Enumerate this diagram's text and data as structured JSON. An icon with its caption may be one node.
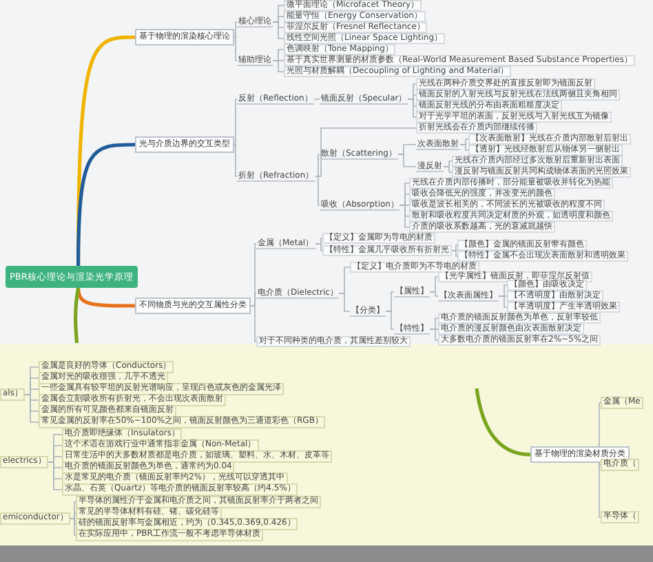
{
  "diagram": {
    "nodes": [
      {
        "text": [
          "PBR核心理论与渲染光学原理"
        ]
      },
      {
        "text": [
          "基于物理的渲染核心理论"
        ]
      },
      {
        "text": [
          "核心理论"
        ]
      },
      {
        "text": [
          "微平面理论（Microfacet Theory）"
        ]
      },
      {
        "text": [
          "能量守恒（Energy Conservation）"
        ]
      },
      {
        "text": [
          "菲涅尔反射（Fresnel Reflectance）"
        ]
      },
      {
        "text": [
          "线性空间光照（Linear Space Lighting）"
        ]
      },
      {
        "text": [
          "辅助理论"
        ]
      },
      {
        "text": [
          "色调映射（Tone Mapping）"
        ]
      },
      {
        "text": [
          "基于真实世界测量的材质参数（Real-World Measurement Based Substance Properties）"
        ]
      },
      {
        "text": [
          "光照与材质解耦（Decoupling of Lighting and Material）"
        ]
      },
      {
        "text": [
          "光与介质边界的交互类型"
        ]
      },
      {
        "text": [
          "反射（Reflection）"
        ]
      },
      {
        "text": [
          "镜面反射（Specular）"
        ]
      },
      {
        "text": [
          "光线在两种介质交界处的直接反射即为镜面反射"
        ]
      },
      {
        "text": [
          "镜面反射的入射光线与反射光线在法线两侧且夹角相同"
        ]
      },
      {
        "text": [
          "镜面反射光线的分布由表面粗糙度决定"
        ]
      },
      {
        "text": [
          "对于光学平坦的表面，反射光线与入射光线互为镜像"
        ]
      },
      {
        "text": [
          "折射（Refraction）"
        ]
      },
      {
        "text": [
          "折射光线会在介质内部继续传播"
        ]
      },
      {
        "text": [
          "散射（Scattering）"
        ]
      },
      {
        "text": [
          "次表面散射"
        ]
      },
      {
        "text": [
          "【次表面散射】光线在介质内部散射后射出"
        ]
      },
      {
        "text": [
          "【透射】光线经散射后从物体另一侧射出"
        ]
      },
      {
        "text": [
          "漫反射"
        ]
      },
      {
        "text": [
          "光线在介质内部经过多次散射后重新射出表面"
        ]
      },
      {
        "text": [
          "漫反射与镜面反射共同构成物体表面的光照效果"
        ]
      },
      {
        "text": [
          "吸收（Absorption）"
        ]
      },
      {
        "text": [
          "光线在介质内部传播时，部分能量被吸收并转化为热能"
        ]
      },
      {
        "text": [
          "吸收会降低光的强度，并改变光的颜色"
        ]
      },
      {
        "text": [
          "吸收是波长相关的，不同波长的光被吸收的程度不同"
        ]
      },
      {
        "text": [
          "散射和吸收程度共同决定材质的外观，如透明度和颜色"
        ]
      },
      {
        "text": [
          "介质的吸收系数越高，光的衰减就越快"
        ]
      },
      {
        "text": [
          "不同物质与光的交互属性分类"
        ]
      },
      {
        "text": [
          "金属（Metal）"
        ]
      },
      {
        "text": [
          "【定义】金属即为导电的材质"
        ]
      },
      {
        "text": [
          "【特性】金属几乎吸收所有折射光"
        ]
      },
      {
        "text": [
          "【颜色】金属的镜面反射带有颜色"
        ]
      },
      {
        "text": [
          "【特性】金属不会出现次表面散射和透明效果"
        ]
      },
      {
        "text": [
          "电介质（Dielectric）"
        ]
      },
      {
        "text": [
          "【定义】电介质即为不导电的材质"
        ]
      },
      {
        "text": [
          "【分类】"
        ]
      },
      {
        "text": [
          "【属性】"
        ]
      },
      {
        "text": [
          "【光学属性】镜面反射，即菲涅尔反射值"
        ]
      },
      {
        "text": [
          "【次表面属性】"
        ]
      },
      {
        "text": [
          "【颜色】由吸收决定"
        ]
      },
      {
        "text": [
          "【不透明度】由散射决定"
        ]
      },
      {
        "text": [
          "【半透明度】产生半透明效果"
        ]
      },
      {
        "text": [
          "【特性】"
        ]
      },
      {
        "text": [
          "电介质的镜面反射颜色为单色，反射率较低"
        ]
      },
      {
        "text": [
          "电介质的漫反射颜色由次表面散射决定"
        ]
      },
      {
        "text": [
          "大多数电介质的镜面反射率在2%~5%之间"
        ]
      },
      {
        "text": [
          "对于不同种类的电介质，其属性差别较大"
        ]
      },
      {
        "text": [
          "als）"
        ]
      },
      {
        "text": [
          "金属是良好的导体（Conductors）"
        ]
      },
      {
        "text": [
          "金属对光的吸收很强，几乎不透光"
        ]
      },
      {
        "text": [
          "一些金属具有较平坦的反射光谱响应，呈现白色或灰色的金属光泽"
        ]
      },
      {
        "text": [
          "金属会立刻吸收所有折射光，不会出现次表面散射"
        ]
      },
      {
        "text": [
          "金属的所有可见颜色都来自镜面反射"
        ]
      },
      {
        "text": [
          "常见金属的反射率在50%~100%之间，镜面反射颜色为三通道彩色（RGB）"
        ]
      },
      {
        "text": [
          "electrics）"
        ]
      },
      {
        "text": [
          "电介质即绝缘体（Insulators）"
        ]
      },
      {
        "text": [
          "这个术语在游戏行业中通常指非金属（Non-Metal）"
        ]
      },
      {
        "text": [
          "日常生活中的大多数材质都是电介质，如玻璃、塑料、水、木材、皮革等"
        ]
      },
      {
        "text": [
          "电介质的镜面反射颜色为单色，通常约为0.04"
        ]
      },
      {
        "text": [
          "水是常见的电介质（镜面反射率约2%），光线可以穿透其中"
        ]
      },
      {
        "text": [
          "水晶、石英（Quartz）等电介质的镜面反射率较高（约4.5%）"
        ]
      },
      {
        "text": [
          "emiconductor）"
        ]
      },
      {
        "text": [
          "半导体的属性介于金属和电介质之间，其镜面反射率介于两者之间"
        ]
      },
      {
        "text": [
          "常见的半导体材料有硅、锗、碳化硅等"
        ]
      },
      {
        "text": [
          "硅的镜面反射率与金属相近，约为（0.345,0.369,0.426）"
        ]
      },
      {
        "text": [
          "在实际应用中，PBR工作流一般不考虑半导体材质"
        ]
      },
      {
        "text": [
          "基于物理的渲染材质分类"
        ]
      },
      {
        "text": [
          "金属（Me"
        ]
      },
      {
        "text": [
          "电介质（"
        ]
      },
      {
        "text": [
          "半导体（"
        ]
      }
    ],
    "edges": [
      {
        "from": 0,
        "to": 1,
        "arrow": "none",
        "style": "thick",
        "color": "#f0b400"
      },
      {
        "from": 1,
        "to": 2,
        "arrow": "none"
      },
      {
        "from": 2,
        "to": 3,
        "arrow": "none"
      },
      {
        "from": 2,
        "to": 4,
        "arrow": "none"
      },
      {
        "from": 2,
        "to": 5,
        "arrow": "none"
      },
      {
        "from": 2,
        "to": 6,
        "arrow": "none"
      },
      {
        "from": 1,
        "to": 7,
        "arrow": "none"
      },
      {
        "from": 7,
        "to": 8,
        "arrow": "none"
      },
      {
        "from": 7,
        "to": 9,
        "arrow": "none"
      },
      {
        "from": 7,
        "to": 10,
        "arrow": "none"
      },
      {
        "from": 0,
        "to": 11,
        "arrow": "none",
        "style": "thick",
        "color": "#1f5c99"
      },
      {
        "from": 11,
        "to": 12,
        "arrow": "none"
      },
      {
        "from": 12,
        "to": 13,
        "arrow": "none"
      },
      {
        "from": 13,
        "to": 14,
        "arrow": "none"
      },
      {
        "from": 13,
        "to": 15,
        "arrow": "none"
      },
      {
        "from": 13,
        "to": 16,
        "arrow": "none"
      },
      {
        "from": 13,
        "to": 17,
        "arrow": "none"
      },
      {
        "from": 11,
        "to": 18,
        "arrow": "none"
      },
      {
        "from": 18,
        "to": 19,
        "arrow": "none"
      },
      {
        "from": 18,
        "to": 20,
        "arrow": "none"
      },
      {
        "from": 20,
        "to": 21,
        "arrow": "none"
      },
      {
        "from": 21,
        "to": 22,
        "arrow": "none"
      },
      {
        "from": 21,
        "to": 23,
        "arrow": "none"
      },
      {
        "from": 20,
        "to": 24,
        "arrow": "none"
      },
      {
        "from": 24,
        "to": 25,
        "arrow": "none"
      },
      {
        "from": 24,
        "to": 26,
        "arrow": "none"
      },
      {
        "from": 18,
        "to": 27,
        "arrow": "none"
      },
      {
        "from": 27,
        "to": 28,
        "arrow": "none"
      },
      {
        "from": 27,
        "to": 29,
        "arrow": "none"
      },
      {
        "from": 27,
        "to": 30,
        "arrow": "none"
      },
      {
        "from": 27,
        "to": 31,
        "arrow": "none"
      },
      {
        "from": 27,
        "to": 32,
        "arrow": "none"
      },
      {
        "from": 0,
        "to": 33,
        "arrow": "none",
        "style": "thick",
        "color": "#e8731f"
      },
      {
        "from": 33,
        "to": 34,
        "arrow": "none"
      },
      {
        "from": 34,
        "to": 35,
        "arrow": "none"
      },
      {
        "from": 34,
        "to": 36,
        "arrow": "none"
      },
      {
        "from": 36,
        "to": 37,
        "arrow": "none"
      },
      {
        "from": 36,
        "to": 38,
        "arrow": "none"
      },
      {
        "from": 33,
        "to": 39,
        "arrow": "none"
      },
      {
        "from": 39,
        "to": 40,
        "arrow": "none"
      },
      {
        "from": 39,
        "to": 41,
        "arrow": "none"
      },
      {
        "from": 41,
        "to": 42,
        "arrow": "none"
      },
      {
        "from": 42,
        "to": 43,
        "arrow": "none"
      },
      {
        "from": 42,
        "to": 44,
        "arrow": "none"
      },
      {
        "from": 44,
        "to": 45,
        "arrow": "none"
      },
      {
        "from": 44,
        "to": 46,
        "arrow": "none"
      },
      {
        "from": 44,
        "to": 47,
        "arrow": "none"
      },
      {
        "from": 41,
        "to": 48,
        "arrow": "none"
      },
      {
        "from": 48,
        "to": 49,
        "arrow": "none"
      },
      {
        "from": 48,
        "to": 50,
        "arrow": "none"
      },
      {
        "from": 48,
        "to": 51,
        "arrow": "none"
      },
      {
        "from": 33,
        "to": 52,
        "arrow": "none"
      },
      {
        "from": 0,
        "to": null,
        "arrow": "none",
        "style": "thick",
        "color": "#7aa51e"
      },
      {
        "from": 53,
        "to": 54,
        "arrow": "none"
      },
      {
        "from": 53,
        "to": 55,
        "arrow": "none"
      },
      {
        "from": 53,
        "to": 56,
        "arrow": "none"
      },
      {
        "from": 53,
        "to": 57,
        "arrow": "none"
      },
      {
        "from": 53,
        "to": 58,
        "arrow": "none"
      },
      {
        "from": 53,
        "to": 59,
        "arrow": "none"
      },
      {
        "from": 60,
        "to": 61,
        "arrow": "none"
      },
      {
        "from": 60,
        "to": 62,
        "arrow": "none"
      },
      {
        "from": 60,
        "to": 63,
        "arrow": "none"
      },
      {
        "from": 60,
        "to": 64,
        "arrow": "none"
      },
      {
        "from": 60,
        "to": 65,
        "arrow": "none"
      },
      {
        "from": 60,
        "to": 66,
        "arrow": "none"
      },
      {
        "from": 67,
        "to": 68,
        "arrow": "none"
      },
      {
        "from": 67,
        "to": 69,
        "arrow": "none"
      },
      {
        "from": 67,
        "to": 70,
        "arrow": "none"
      },
      {
        "from": 67,
        "to": 71,
        "arrow": "none"
      },
      {
        "from": null,
        "to": 72,
        "arrow": "none",
        "style": "thick",
        "color": "#7aa51e"
      },
      {
        "from": 72,
        "to": 73,
        "arrow": "none"
      },
      {
        "from": 72,
        "to": 74,
        "arrow": "none"
      },
      {
        "from": 72,
        "to": 75,
        "arrow": "none"
      }
    ]
  }
}
